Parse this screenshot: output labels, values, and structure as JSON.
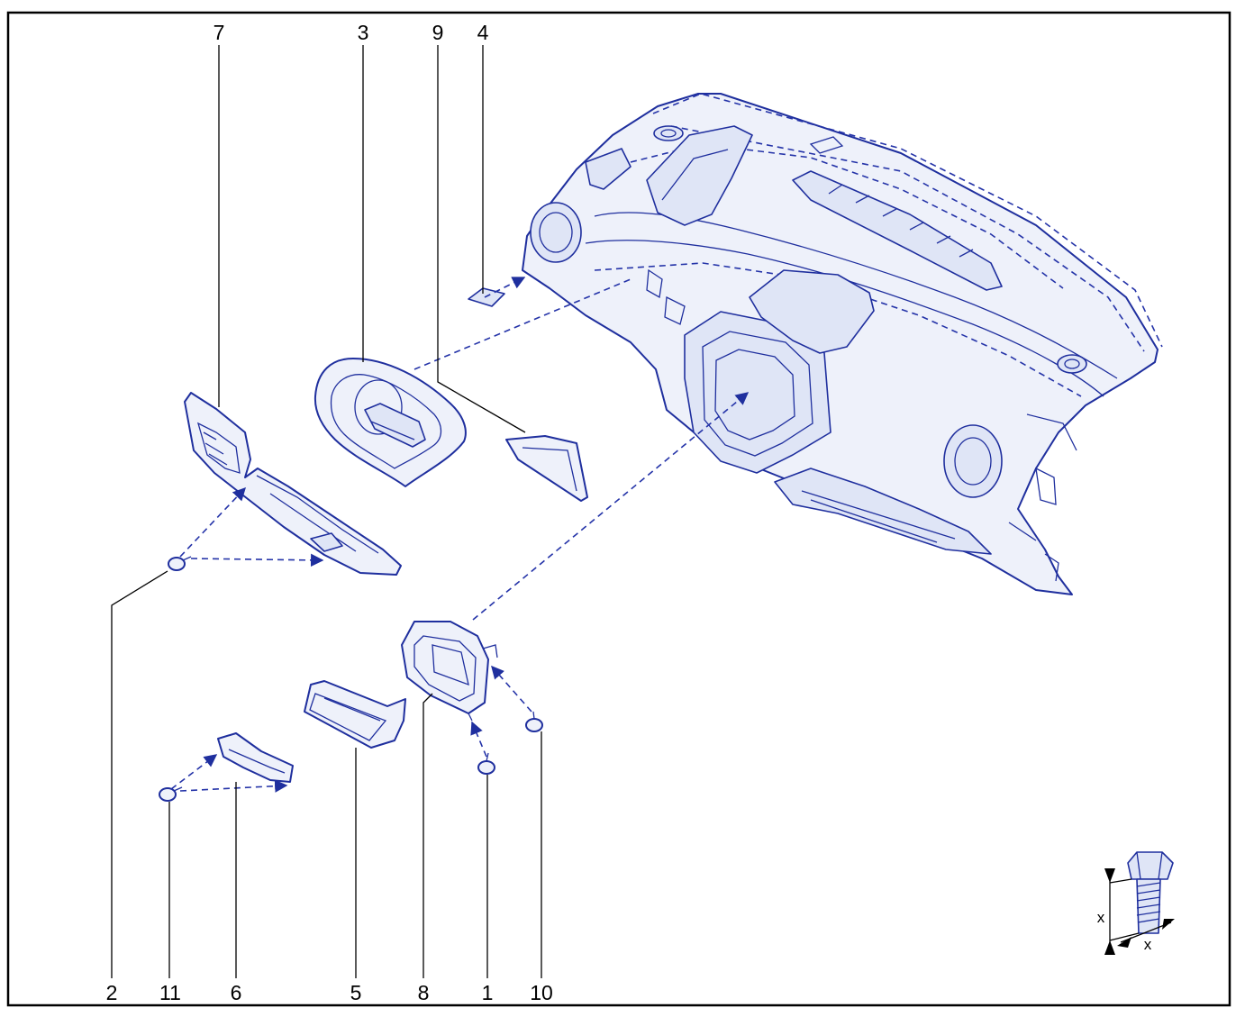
{
  "callouts": {
    "c7": "7",
    "c3": "3",
    "c9": "9",
    "c4": "4",
    "c2": "2",
    "c11": "11",
    "c6": "6",
    "c5": "5",
    "c8": "8",
    "c1": "1",
    "c10": "10"
  },
  "dimension": {
    "x_vertical": "x",
    "x_horizontal": "x"
  },
  "colors": {
    "line": "#1f2f9e",
    "leader": "#000000",
    "frame": "#000000",
    "background": "#ffffff"
  }
}
